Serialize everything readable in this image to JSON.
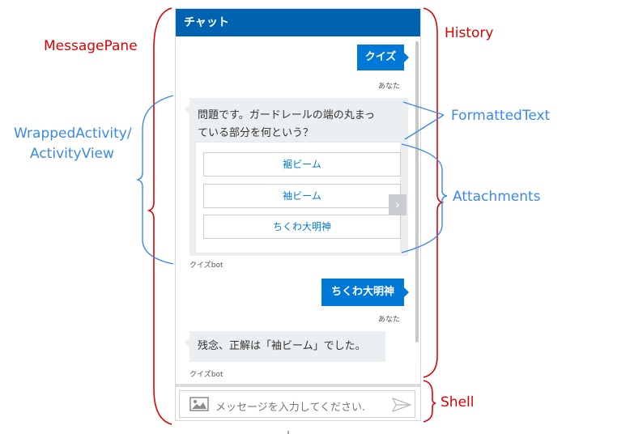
{
  "chat": {
    "header_title": "チャット",
    "messages": [
      {
        "from": "user",
        "text": "クイズ",
        "sender": "あなた"
      },
      {
        "from": "bot",
        "text": "問題です。ガードレールの端の丸まっている部分を何という？",
        "text_line1": "問題です。ガードレールの端の丸まっ",
        "text_line2": "ている部分を何という？",
        "sender": "クイズbot",
        "choices": [
          "裾ビーム",
          "袖ビーム",
          "ちくわ大明神"
        ]
      },
      {
        "from": "user",
        "text": "ちくわ大明神",
        "sender": "あなた"
      },
      {
        "from": "bot",
        "text": "残念、正解は「袖ビーム」でした。",
        "sender": "クイズbot"
      }
    ],
    "input_placeholder": "メッセージを入力してください.",
    "carousel_next": "›"
  },
  "annotations": {
    "message_pane": "MessagePane",
    "history": "History",
    "shell": "Shell",
    "formatted_text": "FormattedText",
    "attachments": "Attachments",
    "wrapped_activity_line1": "WrappedActivity/",
    "wrapped_activity_line2": "ActivityView"
  },
  "colors": {
    "header": "#0063b1",
    "user_bubble": "#0078d7",
    "bot_bubble": "#eceff1",
    "red_annotation": "#e00000",
    "blue_annotation": "#3b8ae6"
  }
}
